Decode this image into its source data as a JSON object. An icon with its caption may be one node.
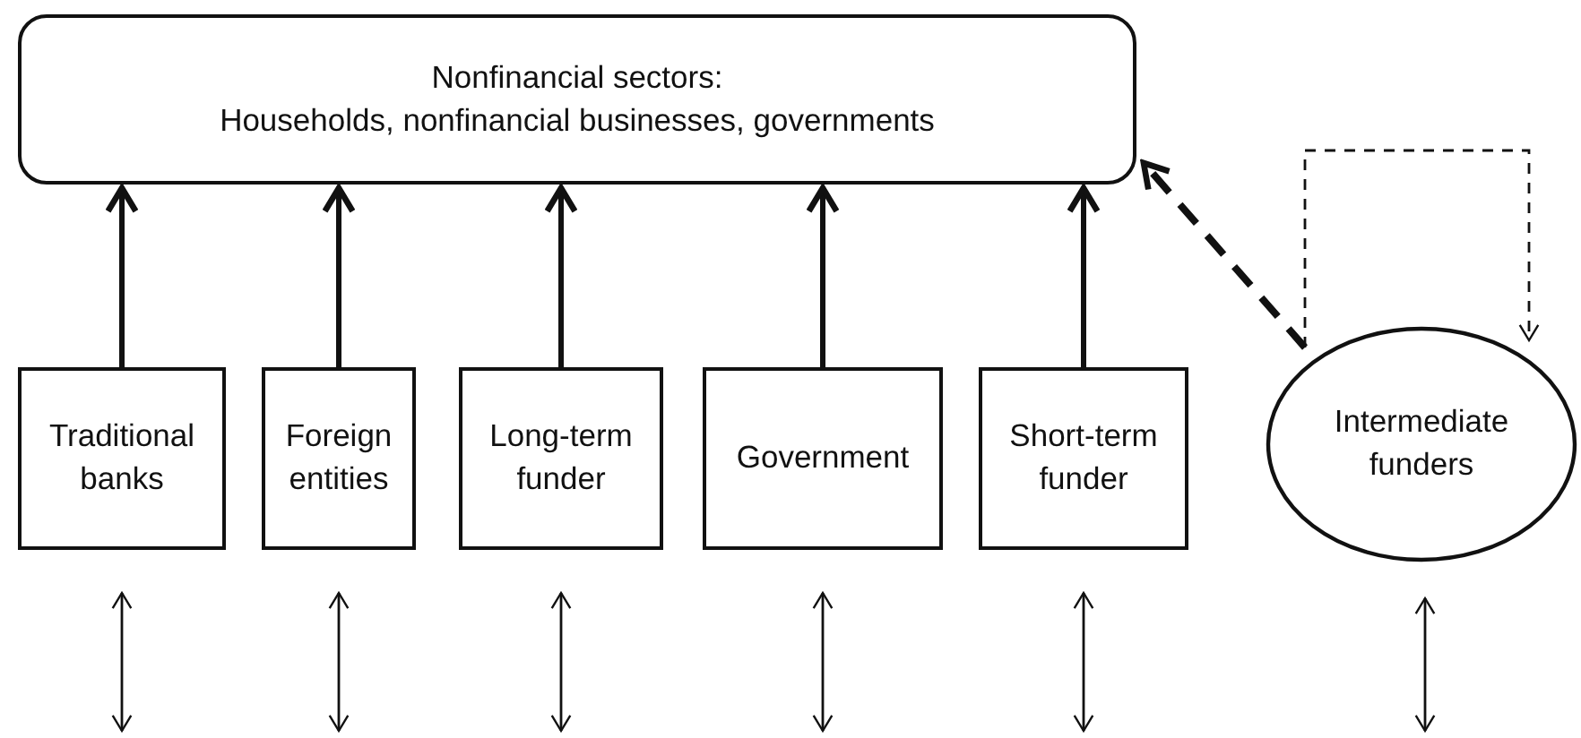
{
  "diagram": {
    "nodes": [
      {
        "text": [
          "Nonfinancial sectors:",
          "Households, nonfinancial businesses, governments"
        ]
      },
      {
        "text": [
          "Traditional banks"
        ]
      },
      {
        "text": [
          "Foreign entities"
        ]
      },
      {
        "text": [
          "Long-term funder"
        ]
      },
      {
        "text": [
          "Government"
        ]
      },
      {
        "text": [
          "Short-term funder"
        ]
      },
      {
        "text": [
          "Intermediate funders"
        ]
      }
    ],
    "edges": [
      {
        "from": 1,
        "to": 0,
        "arrow": "to",
        "style": "thick"
      },
      {
        "from": 2,
        "to": 0,
        "arrow": "to",
        "style": "thick"
      },
      {
        "from": 3,
        "to": 0,
        "arrow": "to",
        "style": "thick"
      },
      {
        "from": 4,
        "to": 0,
        "arrow": "to",
        "style": "thick"
      },
      {
        "from": 5,
        "to": 0,
        "arrow": "to",
        "style": "thick"
      },
      {
        "from": 6,
        "to": 0,
        "arrow": "to",
        "style": "dashed"
      },
      {
        "from": 6,
        "to": 6,
        "arrow": "to",
        "style": "dashed"
      },
      {
        "from": 1,
        "to": null,
        "arrow": "both"
      },
      {
        "from": 2,
        "to": null,
        "arrow": "both"
      },
      {
        "from": 3,
        "to": null,
        "arrow": "both"
      },
      {
        "from": 4,
        "to": null,
        "arrow": "both"
      },
      {
        "from": 5,
        "to": null,
        "arrow": "both"
      },
      {
        "from": 6,
        "to": null,
        "arrow": "both"
      }
    ]
  }
}
